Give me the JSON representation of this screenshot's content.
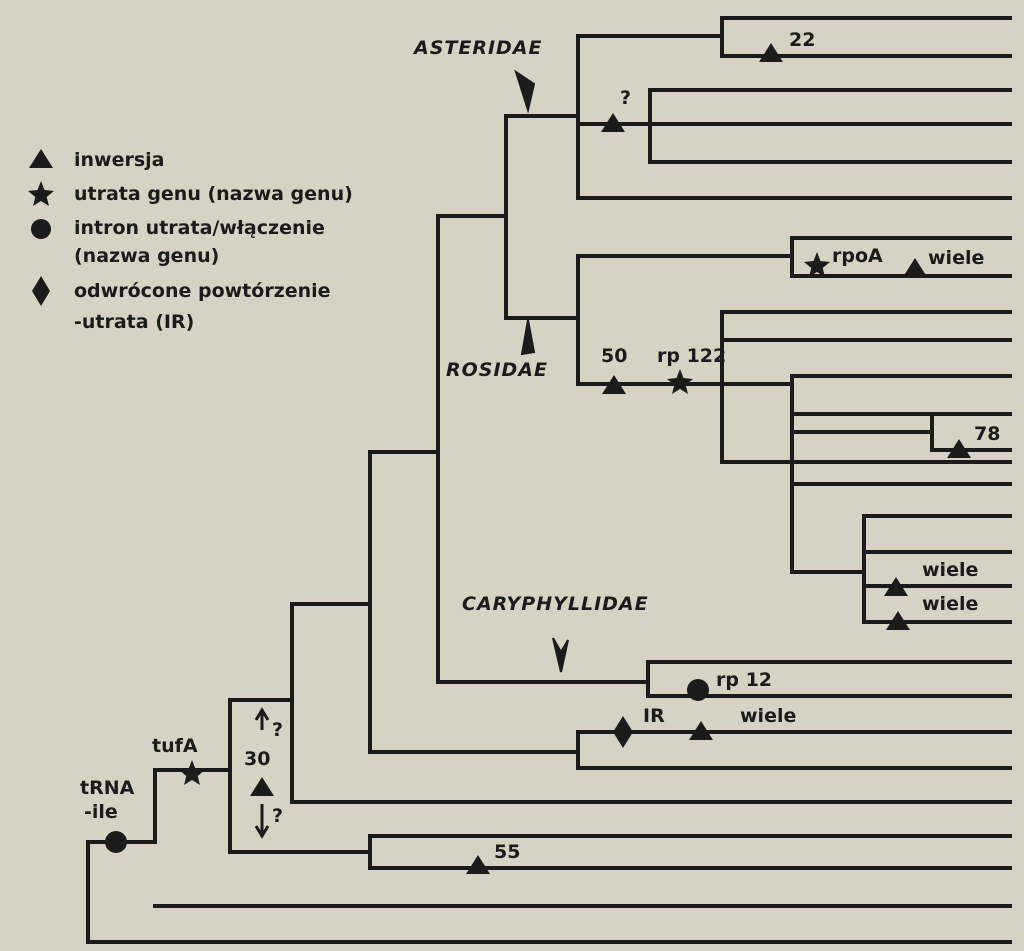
{
  "legend": {
    "items": [
      {
        "icon": "triangle-icon",
        "text": "inwersja"
      },
      {
        "icon": "star-icon",
        "text": "utrata genu (nazwa genu)"
      },
      {
        "icon": "circle-icon",
        "text": "intron utrata/włączenie"
      },
      {
        "icon": "",
        "text": "(nazwa genu)"
      },
      {
        "icon": "diamond-icon",
        "text": "odwrócone powtórzenie"
      },
      {
        "icon": "",
        "text": "-utrata (IR)"
      }
    ]
  },
  "clades": {
    "asteridae": "ASTERIDAE",
    "rosidae": "ROSIDAE",
    "caryphyllidae": "CARYPHYLLIDAE"
  },
  "markers": {
    "m22": "22",
    "mq": "?",
    "rpoA": "rpoA",
    "wiele1": "wiele",
    "m50": "50",
    "rp122": "rp 122",
    "m78": "78",
    "wiele2": "wiele",
    "wiele3": "wiele",
    "rp12": "rp 12",
    "IR": "IR",
    "wiele4": "wiele",
    "tufA": "tufA",
    "m30": "30",
    "q_up": "?",
    "q_down": "?",
    "trna_1": "tRNA",
    "trna_2": "-ile",
    "m55": "55"
  },
  "colors": {
    "ink": "#1b1b1b",
    "paper": "#d7d3c4"
  }
}
